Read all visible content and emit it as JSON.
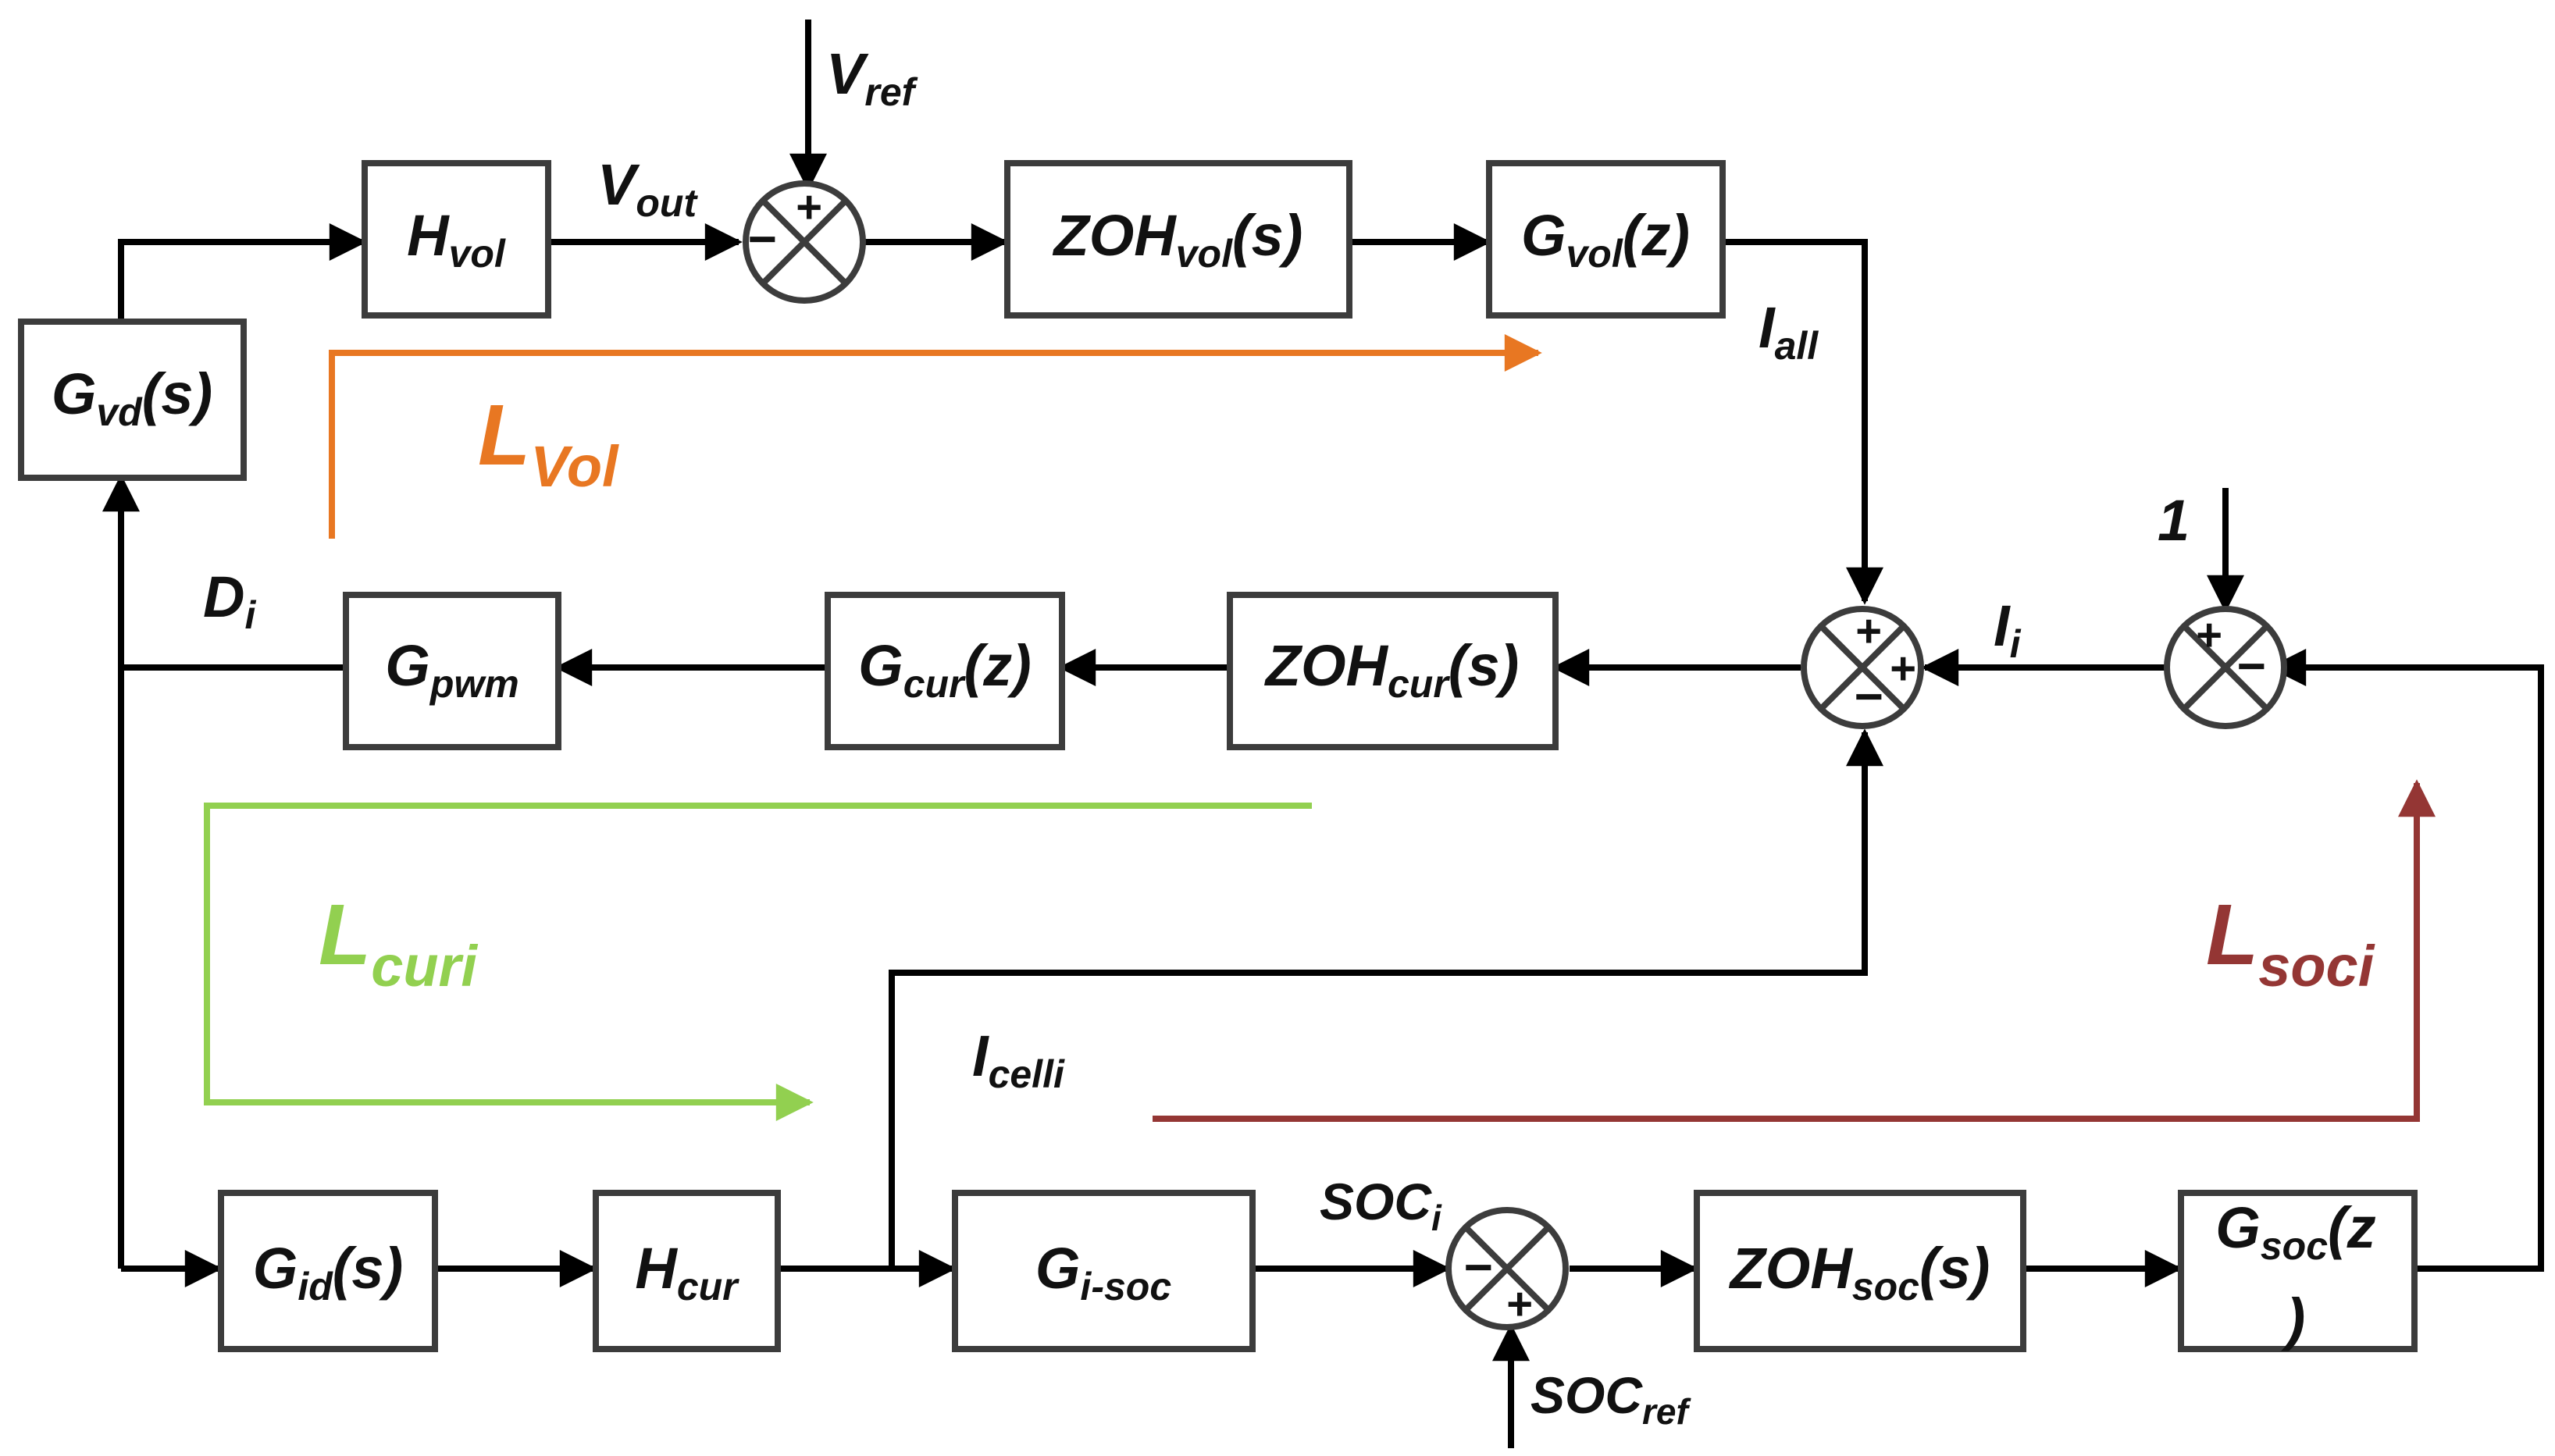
{
  "blocks": {
    "hvol": {
      "main": "H",
      "sub": "vol",
      "tail": ""
    },
    "zohvol": {
      "main": "ZOH",
      "sub": "vol",
      "tail": "(s)"
    },
    "gvolz": {
      "main": "G",
      "sub": "vol",
      "tail": "(z)"
    },
    "gvd": {
      "main": "G",
      "sub": "vd",
      "tail": "(s)"
    },
    "gpwm": {
      "main": "G",
      "sub": "pwm",
      "tail": ""
    },
    "gcurz": {
      "main": "G",
      "sub": "cur",
      "tail": "(z)"
    },
    "zohcur": {
      "main": "ZOH",
      "sub": "cur",
      "tail": "(s)"
    },
    "gid": {
      "main": "G",
      "sub": "id",
      "tail": "(s)"
    },
    "hcur": {
      "main": "H",
      "sub": "cur",
      "tail": ""
    },
    "gisoc": {
      "main": "G",
      "sub": "i-soc",
      "tail": ""
    },
    "zohsoc": {
      "main": "ZOH",
      "sub": "soc",
      "tail": "(s)"
    },
    "gsoc": {
      "main": "G",
      "sub": "soc",
      "tail": "(z",
      "line2": ")"
    }
  },
  "signals": {
    "vref": {
      "main": "V",
      "sub": "ref"
    },
    "vout": {
      "main": "V",
      "sub": "out"
    },
    "iall": {
      "main": "I",
      "sub": "all"
    },
    "di": {
      "main": "D",
      "sub": "i"
    },
    "ii": {
      "main": "I",
      "sub": "i"
    },
    "one": "1",
    "icelli": {
      "main": "I",
      "sub": "celli"
    },
    "soci": {
      "main": "SOC",
      "sub": "i"
    },
    "socref": {
      "main": "SOC",
      "sub": "ref"
    }
  },
  "loops": {
    "lvol": {
      "main": "L",
      "sub": "Vol",
      "color": "#E87722"
    },
    "lcuri": {
      "main": "L",
      "sub": "curi",
      "color": "#92D050"
    },
    "lsoci": {
      "main": "L",
      "sub": "soci",
      "color": "#943634"
    }
  },
  "signs": {
    "s1_top": "+",
    "s1_left": "−",
    "s2_top": "+",
    "s2_right": "+",
    "s2_bottom": "−",
    "s3_top": "+",
    "s3_right": "−",
    "s4_left": "−",
    "s4_bottom": "+"
  }
}
